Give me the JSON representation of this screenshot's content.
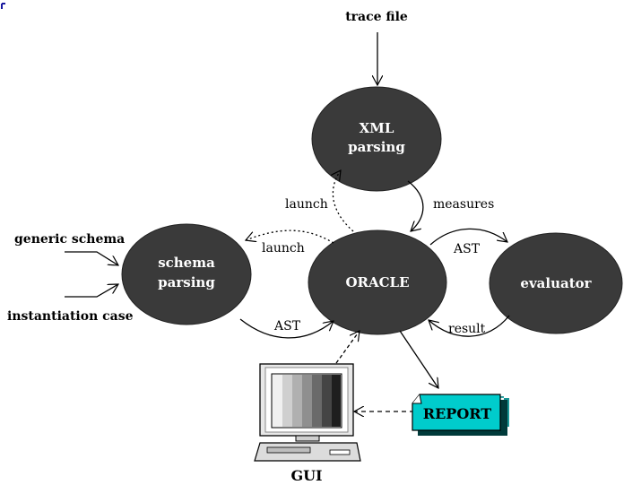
{
  "nodes": {
    "xml": {
      "line1": "XML",
      "line2": "parsing"
    },
    "schema": {
      "line1": "schema",
      "line2": "parsing"
    },
    "oracle": {
      "label": "ORACLE"
    },
    "evaluator": {
      "label": "evaluator"
    }
  },
  "external_inputs": {
    "trace_file": "trace file",
    "generic_schema": "generic schema",
    "instantiation_case": "instantiation case"
  },
  "edges": {
    "launch_xml": "launch",
    "measures": "measures",
    "launch_schema": "launch",
    "ast_schema": "AST",
    "ast_evaluator": "AST",
    "result": "result"
  },
  "report": {
    "label": "REPORT"
  },
  "gui": {
    "label": "GUI"
  },
  "colors": {
    "node_fill": "#3a3a3a",
    "report_fill": "#00cccc",
    "accent_corner": "#1a1aa0"
  }
}
